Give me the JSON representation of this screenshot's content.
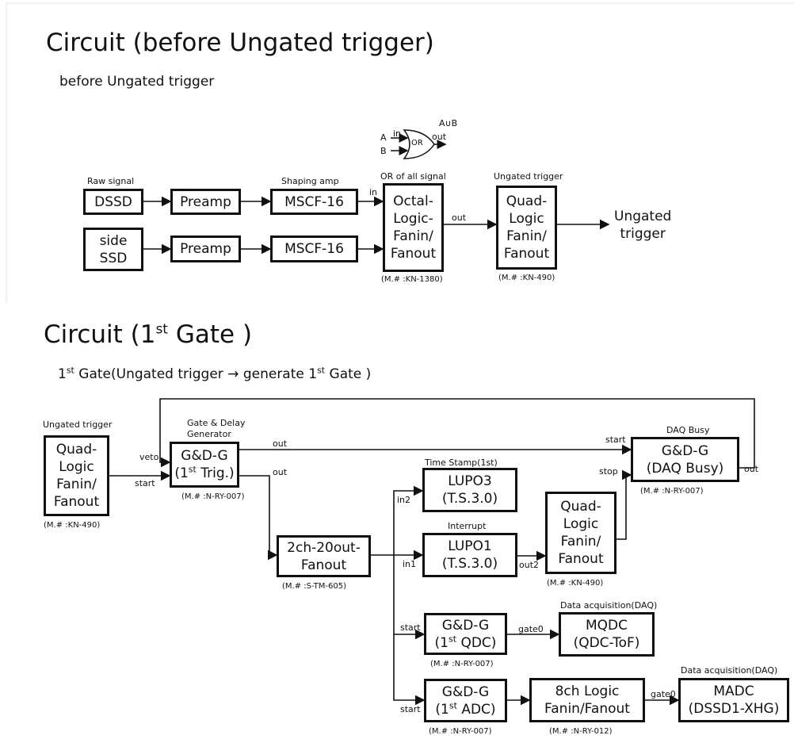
{
  "section1": {
    "title": "Circuit (before Ungated trigger)",
    "subtitle": "before Ungated trigger",
    "legend": {
      "a": "A",
      "b": "B",
      "in": "in",
      "or": "OR",
      "out": "out",
      "aorb": "A∪B"
    },
    "labels": {
      "raw_signal": "Raw signal",
      "shaping_amp": "Shaping amp",
      "or_all": "OR of all signal",
      "ungated_trigger": "Ungated trigger",
      "in": "in",
      "out": "out",
      "output_line1": "Ungated",
      "output_line2": "trigger"
    },
    "boxes": {
      "dssd": "DSSD",
      "side_ssd_1": "side",
      "side_ssd_2": "SSD",
      "preamp1": "Preamp",
      "preamp2": "Preamp",
      "mscf1": "MSCF-16",
      "mscf2": "MSCF-16",
      "octal": [
        "Octal-",
        "Logic-",
        "Fanin/",
        "Fanout"
      ],
      "quad": [
        "Quad-",
        "Logic",
        "Fanin/",
        "Fanout"
      ]
    },
    "model_numbers": {
      "octal": "(M.# :KN-1380)",
      "quad": "(M.# :KN-490)"
    }
  },
  "section2": {
    "title_pre": "Circuit (1",
    "title_sup": "st",
    "title_post": " Gate )",
    "subtitle_p1": "1",
    "subtitle_s1": "st",
    "subtitle_p2": " Gate(Ungated trigger → generate 1",
    "subtitle_s2": "st",
    "subtitle_p3": " Gate )",
    "labels": {
      "ungated_trigger": "Ungated trigger",
      "gate_delay_1": "Gate & Delay",
      "gate_delay_2": "Generator",
      "time_stamp": "Time Stamp(1st)",
      "interrupt": "Interrupt",
      "daq_busy": "DAQ Busy",
      "daq1": "Data acquisition(DAQ)",
      "daq2": "Data acquisition(DAQ)",
      "veto": "veto",
      "start": "start",
      "out": "out",
      "in1": "in1",
      "in2": "in2",
      "out2": "out2",
      "stop": "stop",
      "gate0": "gate0"
    },
    "boxes": {
      "quad_in": [
        "Quad-",
        "Logic",
        "Fanin/",
        "Fanout"
      ],
      "gdg_trig_1": "G&D-G",
      "gdg_trig_2a": "(1",
      "gdg_trig_2s": "st",
      "gdg_trig_2b": " Trig.)",
      "fanout_1": "2ch-20out-",
      "fanout_2": "Fanout",
      "lupo3_1": "LUPO3",
      "lupo3_2": "(T.S.3.0)",
      "lupo1_1": "LUPO1",
      "lupo1_2": "(T.S.3.0)",
      "quad_mid": [
        "Quad-",
        "Logic",
        "Fanin/",
        "Fanout"
      ],
      "gdg_busy_1": "G&D-G",
      "gdg_busy_2": "(DAQ Busy)",
      "gdg_qdc_1": "G&D-G",
      "gdg_qdc_2a": "(1",
      "gdg_qdc_2s": "st",
      "gdg_qdc_2b": " QDC)",
      "mqdc_1": "MQDC",
      "mqdc_2": "(QDC-ToF)",
      "gdg_adc_1": "G&D-G",
      "gdg_adc_2a": "(1",
      "gdg_adc_2s": "st",
      "gdg_adc_2b": " ADC)",
      "logic8_1": "8ch Logic",
      "logic8_2": "Fanin/Fanout",
      "madc_1": "MADC",
      "madc_2": "(DSSD1-XHG)"
    },
    "model_numbers": {
      "quad_in": "(M.# :KN-490)",
      "gdg_trig": "(M.# :N-RY-007)",
      "fanout": "(M.# :S-TM-605)",
      "quad_mid": "(M.# :KN-490)",
      "gdg_busy": "(M.# :N-RY-007)",
      "gdg_qdc": "(M.# :N-RY-007)",
      "gdg_adc": "(M.# :N-RY-007)",
      "logic8": "(M.# :N-RY-012)"
    }
  }
}
